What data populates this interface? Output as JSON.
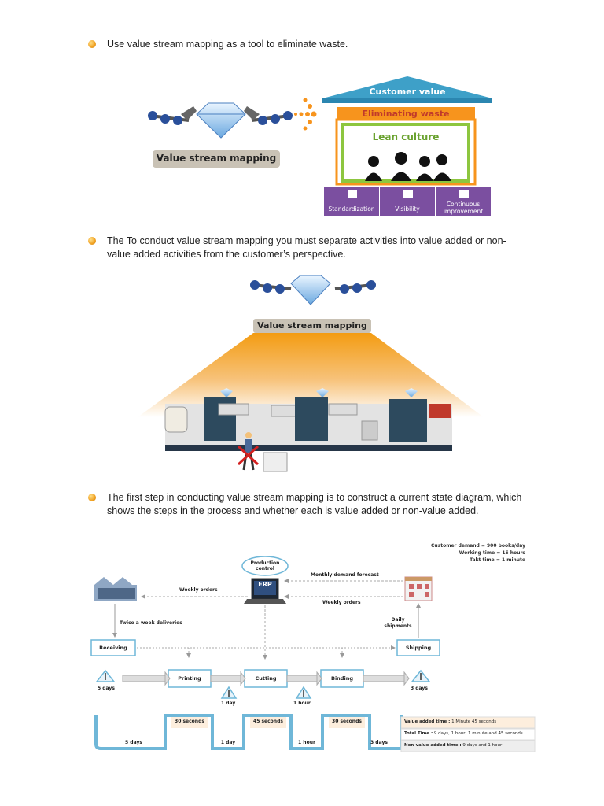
{
  "bullets": [
    "Use value stream mapping as a tool to eliminate waste.",
    "The To conduct value stream mapping you must separate activities into value added or non-value added activities from the customer’s perspective.",
    "The first step in conducting value stream mapping is to construct a current state diagram, which shows the steps in the process and whether each is value added or non-value added."
  ],
  "figure1": {
    "vsm_label": "Value stream mapping",
    "roof": "Customer value",
    "band": "Eliminating waste",
    "culture": "Lean culture",
    "pillars": [
      "Standardization",
      "Visibility",
      "Continuous improvement"
    ]
  },
  "figure2": {
    "vsm_label": "Value stream mapping"
  },
  "figure3": {
    "info": {
      "demand": "Customer demand = 900 books/day",
      "working": "Working time = 15 hours",
      "takt": "Takt time = 1 minute"
    },
    "production_control": "Production control",
    "erp": "ERP",
    "monthly": "Monthly demand forecast",
    "weekly_left": "Weekly orders",
    "weekly_right": "Weekly orders",
    "twice": "Twice a week deliveries",
    "daily": "Daily shipments",
    "receiving": "Receiving",
    "shipping": "Shipping",
    "processes": [
      "Printing",
      "Cutting",
      "Binding"
    ],
    "inv": [
      "5 days",
      "1 day",
      "1 hour",
      "3 days"
    ],
    "timeline_low": [
      "5 days",
      "1 day",
      "1 hour",
      "3 days"
    ],
    "timeline_high": [
      "30 seconds",
      "45 seconds",
      "30 seconds"
    ],
    "summary": [
      {
        "key": "Value added time :",
        "val": "1 Minute 45 seconds"
      },
      {
        "key": "Total Time :",
        "val": "9 days, 1 hour, 1 minute and 45 seconds"
      },
      {
        "key": "Non-value added time :",
        "val": "9 days and 1 hour"
      }
    ],
    "colors": {
      "accent": "#6fb7d8",
      "roof": "#3ea0c8",
      "waste": "#f7941d",
      "culture": "#8dc63f",
      "pillar": "#7b4fa0"
    }
  }
}
